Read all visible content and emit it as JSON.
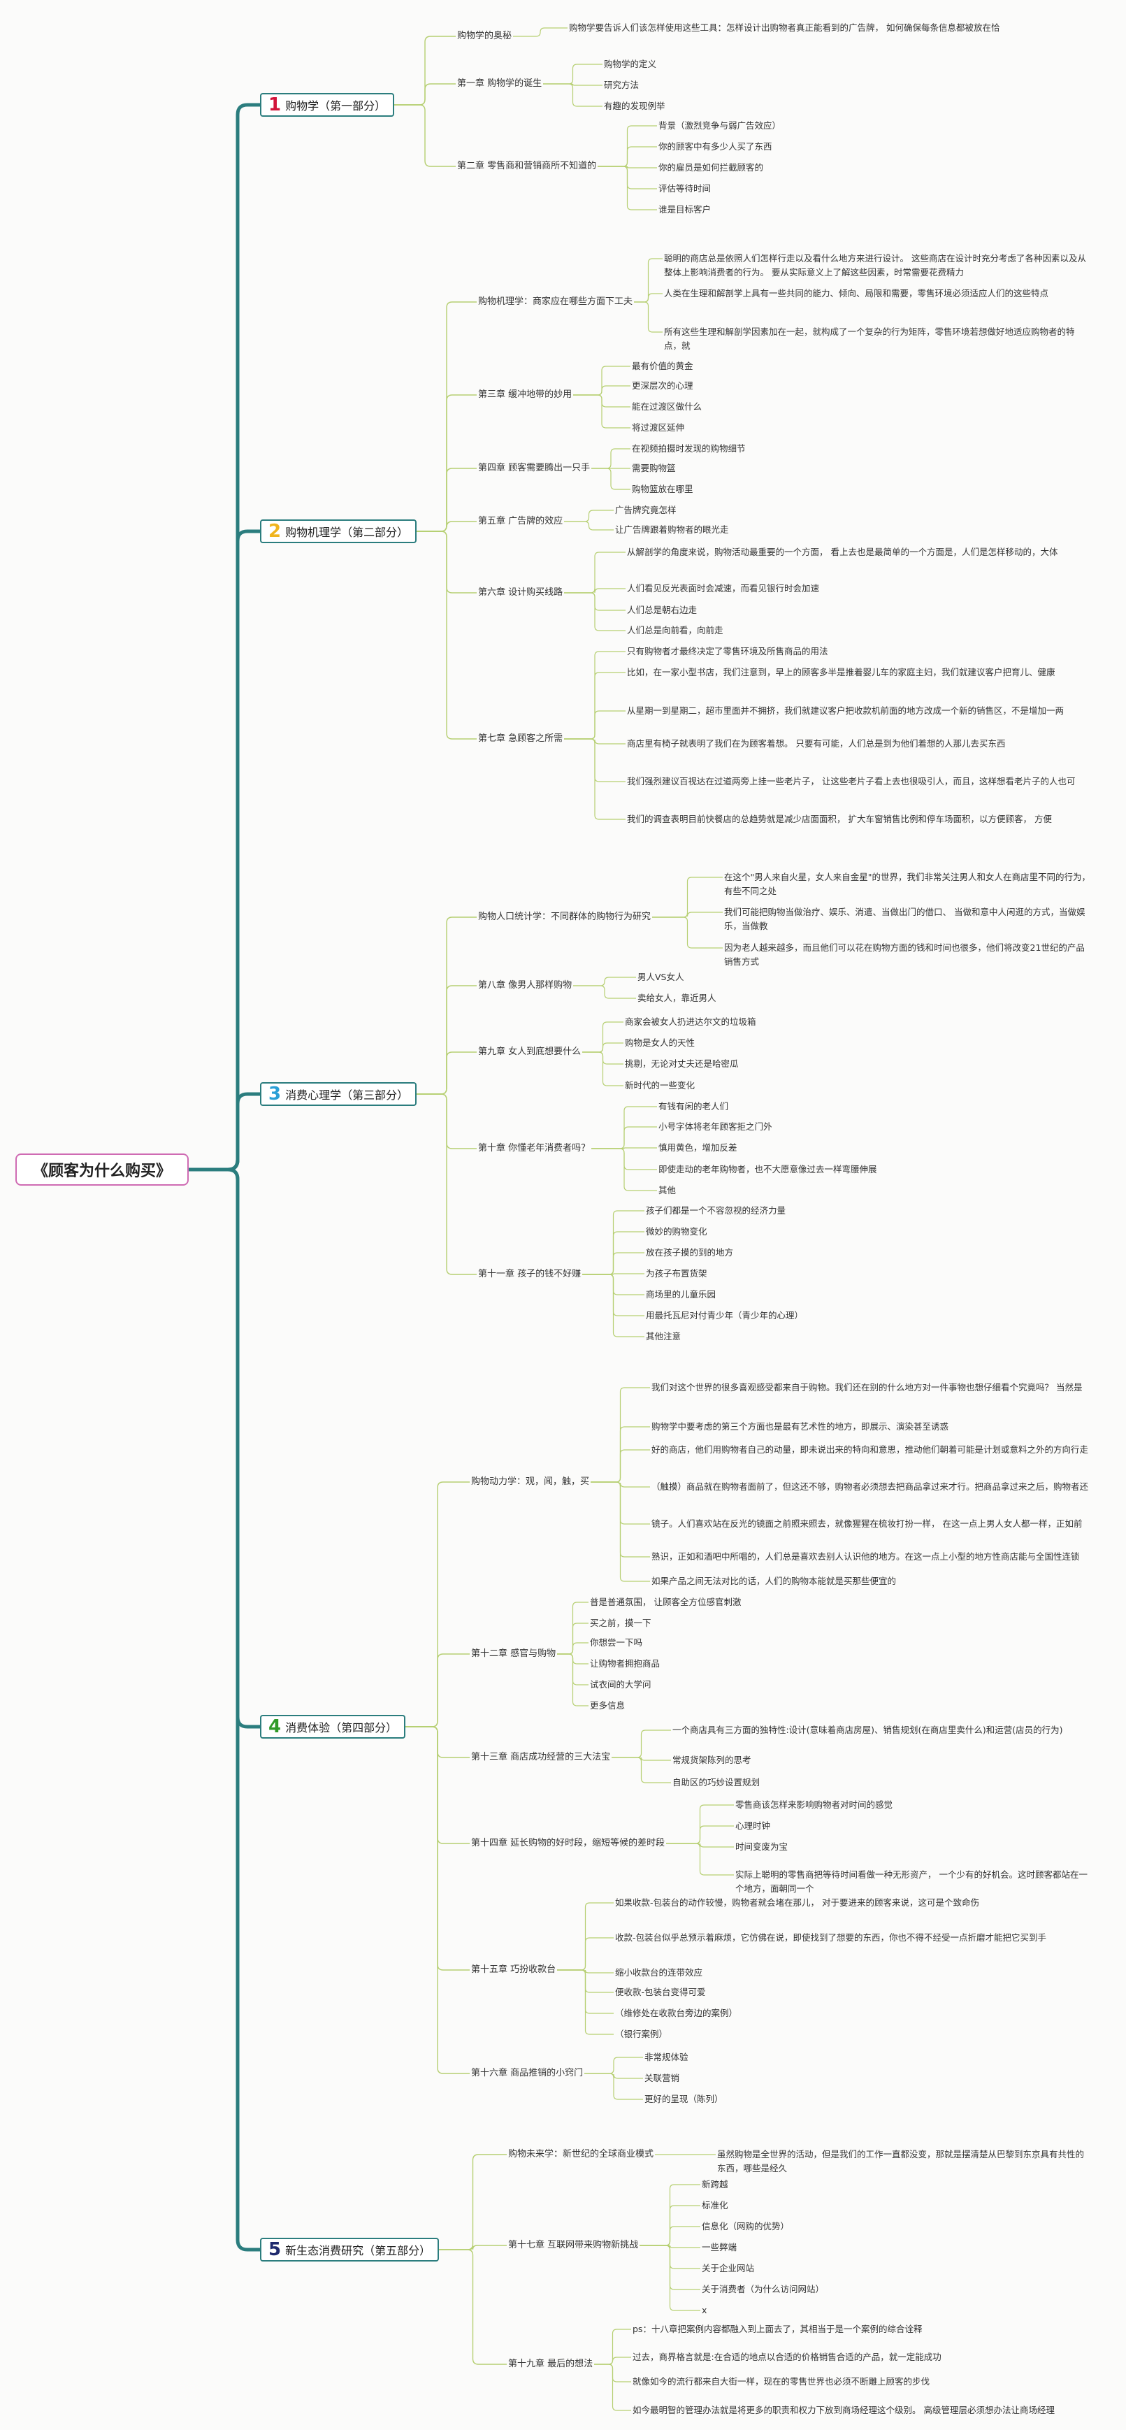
{
  "root": "《顾客为什么购买》",
  "colors": {
    "trunk": "#2b7d7e",
    "branch": "#b6cf72",
    "root_border": "#cf6bb3"
  },
  "parts": [
    {
      "num": "1",
      "num_color": "#d2143a",
      "label": "购物学（第一部分）",
      "chapters": [
        {
          "title": "购物学的奥秘",
          "items": [
            "购物学要告诉人们该怎样使用这些工具：怎样设计出购物者真正能看到的广告牌，  如何确保每条信息都被放在恰"
          ]
        },
        {
          "title": "第一章 购物学的诞生",
          "items": [
            "购物学的定义",
            "研究方法",
            "有趣的发现例举"
          ]
        },
        {
          "title": "第二章 零售商和营销商所不知道的",
          "items": [
            "背景（激烈竞争与弱广告效应）",
            "你的顾客中有多少人买了东西",
            "你的雇员是如何拦截顾客的",
            "评估等待时间",
            "谁是目标客户"
          ]
        }
      ]
    },
    {
      "num": "2",
      "num_color": "#f0b41e",
      "label": "购物机理学（第二部分）",
      "chapters": [
        {
          "title": "购物机理学：商家应在哪些方面下工夫",
          "items": [
            "聪明的商店总是依照人们怎样行走以及看什么地方来进行设计。 这些商店在设计时充分考虑了各种因素以及从整体上影响消费者的行为。 要从实际意义上了解这些因素，时常需要花费精力",
            "人类在生理和解剖学上具有一些共同的能力、倾向、局限和需要，零售环境必须适应人们的这些特点",
            "所有这些生理和解剖学因素加在一起，就构成了一个复杂的行为矩阵，零售环境若想做好地适应购物者的特点，就"
          ]
        },
        {
          "title": "第三章 缓冲地带的妙用",
          "items": [
            "最有价值的黄金",
            "更深层次的心理",
            "能在过渡区做什么",
            "将过渡区延伸"
          ]
        },
        {
          "title": "第四章 顾客需要腾出一只手",
          "items": [
            "在视频拍摄时发现的购物细节",
            "需要购物篮",
            "购物篮放在哪里"
          ]
        },
        {
          "title": "第五章 广告牌的效应",
          "items": [
            "广告牌究竟怎样",
            "让广告牌跟着购物者的眼光走"
          ]
        },
        {
          "title": "第六章 设计购买线路",
          "items": [
            "从解剖学的角度来说，购物活动最重要的一个方面，  看上去也是最简单的一个方面是，人们是怎样移动的，大体",
            "人们看见反光表面时会减速，而看见银行时会加速",
            "人们总是朝右边走",
            "人们总是向前看，向前走"
          ]
        },
        {
          "title": "第七章 急顾客之所需",
          "items": [
            "只有购物者才最终决定了零售环境及所售商品的用法",
            "比如，在一家小型书店，我们注意到，早上的顾客多半是推着婴儿车的家庭主妇，我们就建议客户把育儿、健康",
            "从星期一到星期二，超市里面并不拥挤，我们就建议客户把收款机前面的地方改成一个新的销售区，不是增加一两",
            "商店里有椅子就表明了我们在为顾客着想。 只要有可能，人们总是到为他们着想的人那儿去买东西",
            "我们强烈建议百视达在过道两旁上挂一些老片子，  让这些老片子看上去也很吸引人，而且，这样想看老片子的人也可",
            "我们的调查表明目前快餐店的总趋势就是减少店面面积，  扩大车窗销售比例和停车场面积，以方便顾客，  方便"
          ]
        }
      ]
    },
    {
      "num": "3",
      "num_color": "#2a9fd6",
      "label": "消费心理学（第三部分）",
      "chapters": [
        {
          "title": "购物人口统计学：不同群体的购物行为研究",
          "items": [
            "在这个\"男人来自火星，女人来自金星\"的世界，我们非常关注男人和女人在商店里不同的行为，  有些不同之处",
            "我们可能把购物当做治疗、娱乐、消遣、当做出门的借口、  当做和意中人闲逛的方式，当做娱乐，当做教",
            "因为老人越来越多，而且他们可以花在购物方面的钱和时间也很多，他们将改变21世纪的产品销售方式"
          ]
        },
        {
          "title": "第八章 像男人那样购物",
          "items": [
            "男人VS女人",
            "卖给女人，靠近男人"
          ]
        },
        {
          "title": "第九章 女人到底想要什么",
          "items": [
            "商家会被女人扔进达尔文的垃圾箱",
            "购物是女人的天性",
            "挑剔，无论对丈夫还是哈密瓜",
            "新时代的一些变化"
          ]
        },
        {
          "title": "第十章 你懂老年消费者吗？",
          "items": [
            "有钱有闲的老人们",
            "小号字体将老年顾客拒之门外",
            "慎用黄色，增加反差",
            "即使走动的老年购物者，也不大愿意像过去一样弯腰伸展",
            "其他"
          ]
        },
        {
          "title": "第十一章 孩子的钱不好赚",
          "items": [
            "孩子们都是一个不容忽视的经济力量",
            "微妙的购物变化",
            "放在孩子摸的到的地方",
            "为孩子布置货架",
            "商场里的儿童乐园",
            "用最托瓦尼对付青少年（青少年的心理）",
            "其他注意"
          ]
        }
      ]
    },
    {
      "num": "4",
      "num_color": "#2f9a28",
      "label": "消费体验（第四部分）",
      "chapters": [
        {
          "title": "购物动力学：观，闻，触，买",
          "items": [
            "我们对这个世界的很多喜观感受都来自于购物。我们还在别的什么地方对一件事物也想仔细看个究竟吗？  当然是",
            "购物学中要考虑的第三个方面也是最有艺术性的地方，即展示、演染甚至诱惑",
            "好的商店，他们用购物者自己的动量，即未说出来的特向和意思，推动他们朝着可能是计划或意料之外的方向行走",
            "（触摸）商品就在购物者面前了，但这还不够，购物者必须想去把商品拿过来才行。把商品拿过来之后，购物者还",
            "镜子。人们喜欢站在反光的镜面之前照来照去，就像猩猩在梳妆打扮一样，  在这一点上男人女人都一样，正如前",
            "熟识，正如和酒吧中所唱的，人们总是喜欢去别人认识他的地方。在这一点上小型的地方性商店能与全国性连锁",
            "如果产品之间无法对比的话，人们的购物本能就是买那些便宜的"
          ]
        },
        {
          "title": "第十二章 感官与购物",
          "items": [
            "普是普通氛围，  让顾客全方位感官刺激",
            "买之前，摸一下",
            "你想尝一下吗",
            "让购物者拥抱商品",
            "试衣间的大学问",
            "更多信息"
          ]
        },
        {
          "title": "第十三章 商店成功经营的三大法宝",
          "items": [
            "一个商店具有三方面的独特性:设计(意味着商店房屋)、销售规划(在商店里卖什么)和运营(店员的行为)",
            "常规货架陈列的思考",
            "自助区的巧妙设置规划"
          ]
        },
        {
          "title": "第十四章 延长购物的好时段，缩短等候的差时段",
          "items": [
            "零售商该怎样来影响购物者对时间的感觉",
            "心理时钟",
            "时间变废为宝",
            "实际上聪明的零售商把等待时间看做一种无形资产，  一个少有的好机会。这时顾客都站在一个地方，面朝同一个"
          ]
        },
        {
          "title": "第十五章 巧扮收款台",
          "items": [
            "如果收款-包装台的动作较慢，购物者就会堵在那儿，  对于要进来的顾客来说，这可是个致命伤",
            "收款-包装台似乎总预示着麻烦，它仿佛在说，即使找到了想要的东西，你也不得不经受一点折磨才能把它买到手",
            "缩小收款台的连带效应",
            "便收款-包装台变得可爱",
            "（维修处在收款台旁边的案例）",
            "（银行案例）"
          ]
        },
        {
          "title": "第十六章 商品推销的小窍门",
          "items": [
            "非常规体验",
            "关联营销",
            "更好的呈现（陈列）"
          ]
        }
      ]
    },
    {
      "num": "5",
      "num_color": "#1f2a6e",
      "label": "新生态消费研究（第五部分）",
      "chapters": [
        {
          "title": "购物未来学：新世纪的全球商业模式",
          "items": [
            "虽然购物是全世界的活动，但是我们的工作一直都没变，那就是摆清楚从巴黎到东京具有共性的东西，哪些是经久"
          ]
        },
        {
          "title": "第十七章 互联网带来购物新挑战",
          "items": [
            "新跨越",
            "标准化",
            "信息化（网购的优势）",
            "一些弊端",
            "关于企业网站",
            "关于消费者（为什么访问网站）",
            "x"
          ]
        },
        {
          "title": "第十九章 最后的想法",
          "items": [
            "ps：十八章把案例内容都融入到上面去了，其相当于是一个案例的综合诠释",
            "过去，商界格言就是:在合适的地点以合适的价格销售合适的产品，就一定能成功",
            "就像如今的流行都来自大街一样，现在的零售世界也必须不断雕上顾客的步伐",
            "如今最明智的管理办法就是将更多的职责和权力下放到商场经理这个级别。 高级管理层必须想办法让商场经理"
          ]
        }
      ]
    }
  ]
}
